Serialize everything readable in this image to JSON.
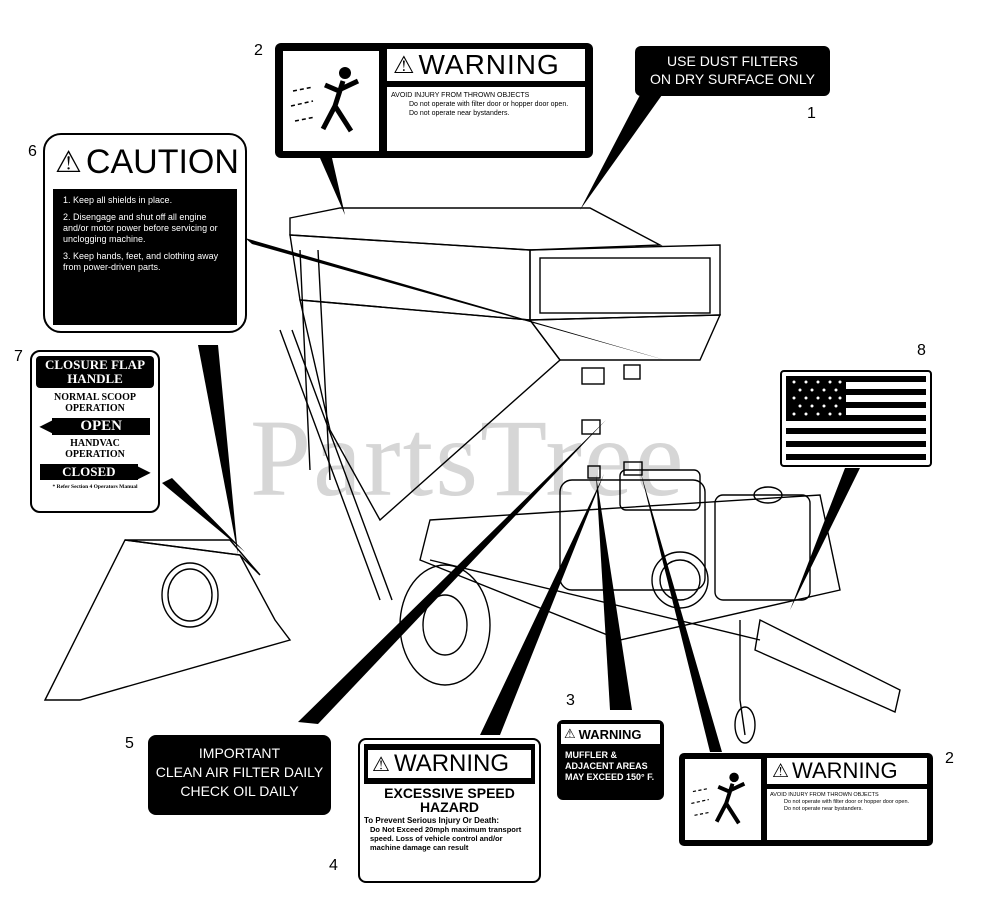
{
  "watermark": "PartsTree",
  "callouts": {
    "n1": "1",
    "n2a": "2",
    "n2b": "2",
    "n3": "3",
    "n4": "4",
    "n5": "5",
    "n6": "6",
    "n7": "7",
    "n8": "8"
  },
  "decal1": {
    "line1": "USE DUST FILTERS",
    "line2": "ON DRY SURFACE ONLY"
  },
  "decal2": {
    "heading": "WARNING",
    "title": "AVOID INJURY FROM THROWN OBJECTS",
    "bullet1": "Do not operate with filter door or hopper door open.",
    "bullet2": "Do not operate near bystanders."
  },
  "decal3": {
    "heading": "WARNING",
    "line1": "MUFFLER &",
    "line2": "ADJACENT AREAS",
    "line3": "MAY EXCEED 150° F."
  },
  "decal4": {
    "heading": "WARNING",
    "band": "EXCESSIVE SPEED HAZARD",
    "sub": "To Prevent Serious Injury Or Death:",
    "body": "Do Not Exceed 20mph maximum transport speed. Loss of vehicle control and/or machine damage can result"
  },
  "decal5": {
    "line1": "IMPORTANT",
    "line2": "CLEAN AIR FILTER DAILY",
    "line3": "CHECK OIL DAILY"
  },
  "decal6": {
    "heading": "CAUTION",
    "item1": "1. Keep all shields in place.",
    "item2": "2. Disengage and shut off all engine and/or motor power before servicing or unclogging machine.",
    "item3": "3. Keep hands, feet, and clothing away from power-driven parts."
  },
  "decal7": {
    "title1": "CLOSURE FLAP",
    "title2": "HANDLE",
    "normal1": "NORMAL SCOOP",
    "normal2": "OPERATION",
    "open": "OPEN",
    "handvac1": "HANDVAC",
    "handvac2": "OPERATION",
    "closed": "CLOSED",
    "note": "* Refer Section 4 Operators Manual"
  }
}
